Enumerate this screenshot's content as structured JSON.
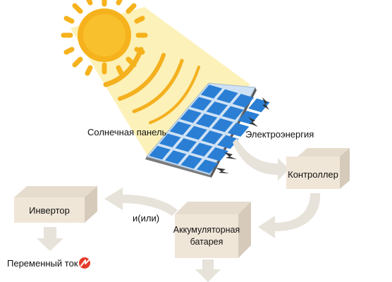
{
  "labels": {
    "solar_panel": "Солнечная панель",
    "electricity": "Электроэнергия",
    "controller": "Контроллер",
    "inverter": "Инвертор",
    "and_or": "и(или)",
    "battery_line1": "Аккумуляторная",
    "battery_line2": "батарея",
    "ac_current": "Переменный ток"
  },
  "colors": {
    "sun": "#f6b21c",
    "beam": "#fcefb0",
    "panel_cell": "#2a7fd4",
    "box_front": "#f0e6d8",
    "box_top": "#e6dccd",
    "box_side": "#d6cbbb",
    "arrow": "#e7e2da",
    "lightning": "#333333",
    "badge": "#e53a2a"
  },
  "icons": {
    "sun": "sun-icon",
    "lightning": "lightning-icon",
    "badge": "logo-badge-icon"
  }
}
